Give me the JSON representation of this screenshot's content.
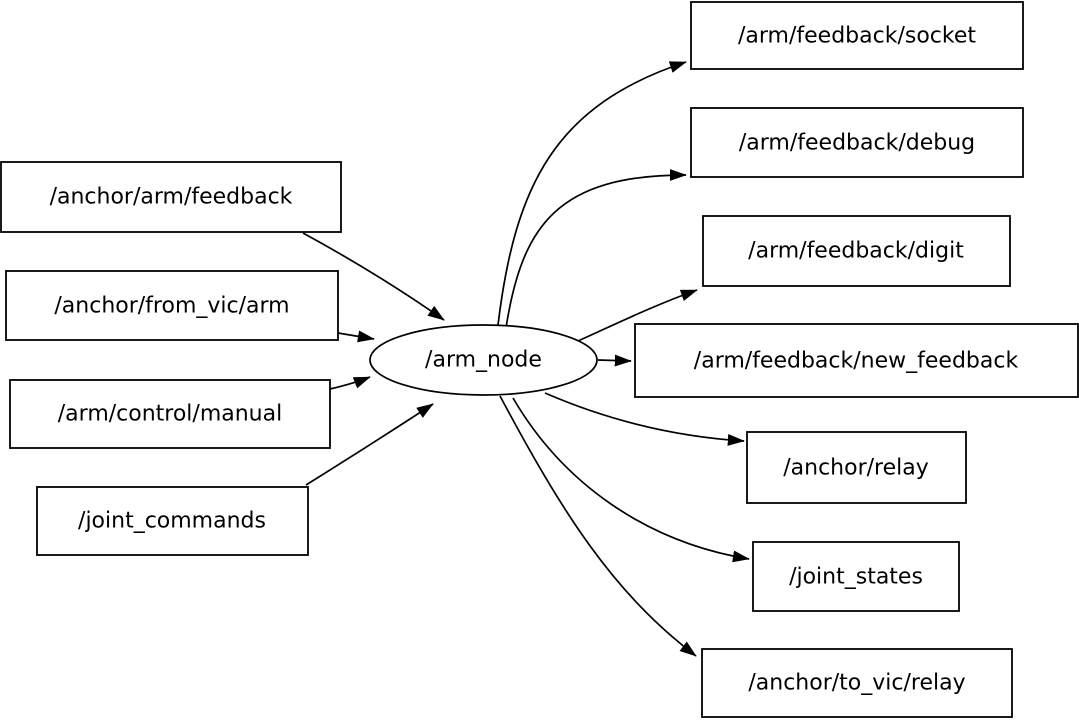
{
  "diagram": {
    "type": "ros-node-graph",
    "colors": {
      "background": "#ffffff",
      "stroke": "#000000",
      "node_fill": "#ffffff",
      "text": "#000000"
    },
    "node": {
      "label": "/arm_node",
      "shape": "ellipse"
    },
    "inputs": [
      {
        "label": "/anchor/arm/feedback"
      },
      {
        "label": "/anchor/from_vic/arm"
      },
      {
        "label": "/arm/control/manual"
      },
      {
        "label": "/joint_commands"
      }
    ],
    "outputs": [
      {
        "label": "/arm/feedback/socket"
      },
      {
        "label": "/arm/feedback/debug"
      },
      {
        "label": "/arm/feedback/digit"
      },
      {
        "label": "/arm/feedback/new_feedback"
      },
      {
        "label": "/anchor/relay"
      },
      {
        "label": "/joint_states"
      },
      {
        "label": "/anchor/to_vic/relay"
      }
    ],
    "edges": {
      "into_node": [
        "/anchor/arm/feedback -> /arm_node",
        "/anchor/from_vic/arm -> /arm_node",
        "/arm/control/manual -> /arm_node",
        "/joint_commands -> /arm_node"
      ],
      "out_of_node": [
        "/arm_node -> /arm/feedback/socket",
        "/arm_node -> /arm/feedback/debug",
        "/arm_node -> /arm/feedback/digit",
        "/arm_node -> /arm/feedback/new_feedback",
        "/arm_node -> /anchor/relay",
        "/arm_node -> /joint_states",
        "/arm_node -> /anchor/to_vic/relay"
      ]
    }
  }
}
